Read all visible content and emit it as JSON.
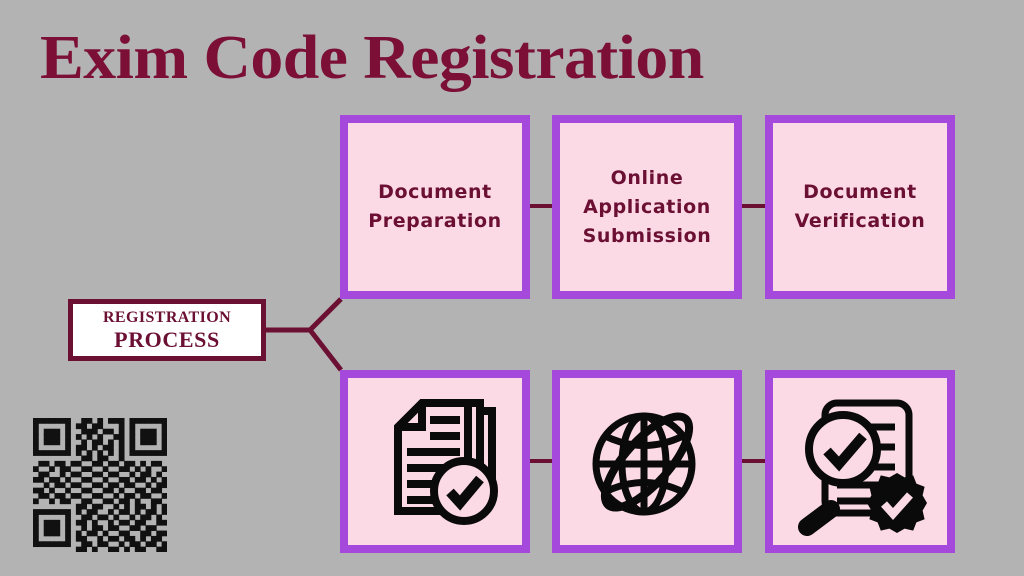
{
  "page": {
    "title": "Exim Code Registration",
    "background_color": "#b3b3b3",
    "title_color": "#7b0f36"
  },
  "colors": {
    "accent_pink_fill": "#fbd9e5",
    "accent_purple_border": "#a549dd",
    "text_maroon": "#6b0f33",
    "connector_maroon": "#6b0f33",
    "qr_color": "#111111"
  },
  "process_label": {
    "name": "registration-process",
    "line1": "REGISTRATION",
    "line2": "PROCESS"
  },
  "steps": [
    {
      "id": "document-preparation",
      "label": "Document\nPreparation",
      "line1": "Document",
      "line2": "Preparation",
      "line3": "",
      "icon": "documents-check-icon"
    },
    {
      "id": "online-application-submission",
      "label": "Online\nApplication\nSubmission",
      "line1": "Online",
      "line2": "Application",
      "line3": "Submission",
      "icon": "globe-orbit-icon"
    },
    {
      "id": "document-verification",
      "label": "Document\nVerification",
      "line1": "Document",
      "line2": "Verification",
      "line3": "",
      "icon": "magnifier-document-badge-icon"
    }
  ],
  "qr_code": {
    "name": "qr-code",
    "modules": 25,
    "rows": [
      "1111111001101011101111111",
      "1000001011011000101000001",
      "1011101001110110101011101",
      "1011101010101001101011101",
      "1011101001011010101011101",
      "1000001011010110101000001",
      "1111111010101010101111111",
      "0000000001101100100000000",
      "0110110110011011011010110",
      "1001011001100100110101001",
      "0110010110011011001011010",
      "1101101001100100110110101",
      "0010110110011011011001011",
      "1101001001100110100110110",
      "0110110110011001011011001",
      "1001011001100110110100110",
      "0000000011011001010110101",
      "1111111010110010110101101",
      "1000001001101101001011010",
      "1011101011010010110110011",
      "1011101001011011001101100",
      "1011101010110100110011011",
      "1000001011001011011010110",
      "1111111001101100101101101",
      "0000000011010011010110011"
    ]
  },
  "connectors": [
    {
      "name": "connector-label-to-top-row"
    },
    {
      "name": "connector-label-to-bottom-row"
    },
    {
      "name": "connector-box1-box2"
    },
    {
      "name": "connector-box2-box3"
    },
    {
      "name": "connector-icon1-icon2"
    },
    {
      "name": "connector-icon2-icon3"
    }
  ]
}
